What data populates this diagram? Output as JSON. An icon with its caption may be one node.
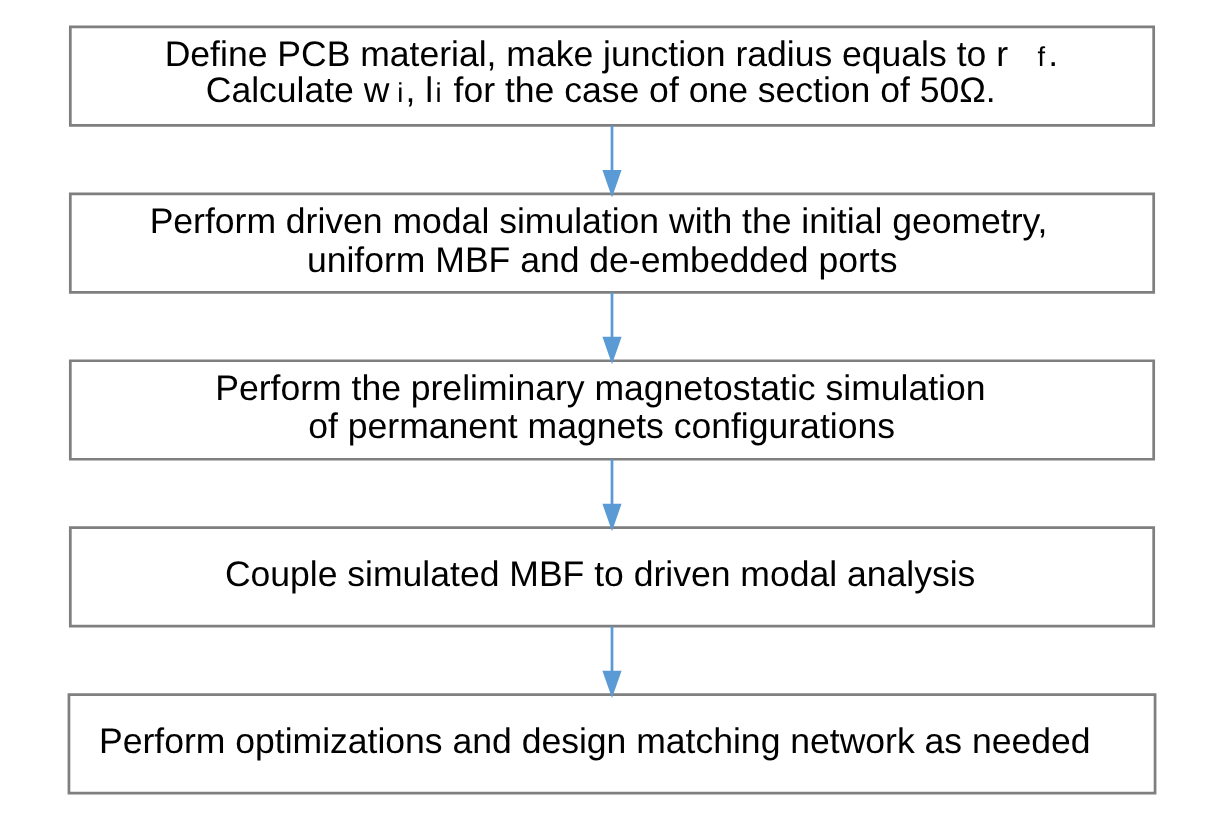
{
  "diagram": {
    "nodes": [
      {
        "text": [
          "Define PCB material, make junction radius equals to r$_{f}$. Calculate w$_{i}$, l$_{i}$ for the case of one section of 50Ω."
        ]
      },
      {
        "text": [
          "Perform driven modal simulation with the initial geometry, uniform MBF and de-embedded ports"
        ]
      },
      {
        "text": [
          "Perform the preliminary magnetostatic simulation of permanent magnets configurations"
        ]
      },
      {
        "text": [
          "Couple simulated MBF to driven modal analysis"
        ]
      },
      {
        "text": [
          "Perform optimizations and design matching network as needed"
        ]
      }
    ],
    "edges": [
      {
        "from": 0,
        "to": 1,
        "arrow": "to"
      },
      {
        "from": 1,
        "to": 2,
        "arrow": "to"
      },
      {
        "from": 2,
        "to": 3,
        "arrow": "to"
      },
      {
        "from": 3,
        "to": 4,
        "arrow": "to"
      }
    ]
  }
}
